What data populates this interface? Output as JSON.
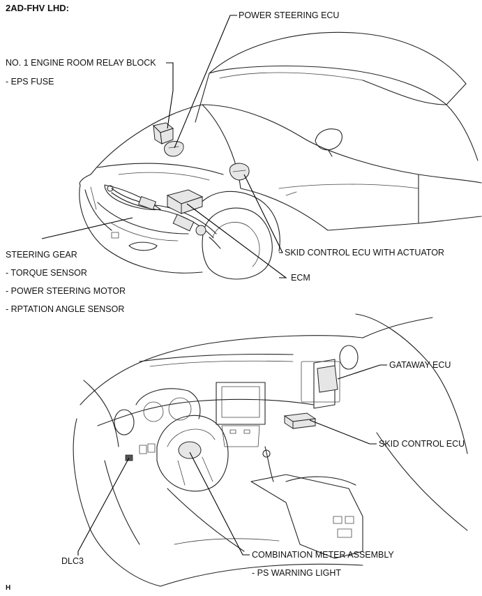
{
  "header": {
    "title": "2AD-FHV LHD:"
  },
  "labels": {
    "power_steering_ecu": "POWER STEERING ECU",
    "relay_block": "NO. 1 ENGINE ROOM RELAY BLOCK",
    "eps_fuse": "- EPS FUSE",
    "steering_gear": "STEERING GEAR",
    "torque_sensor": "- TORQUE SENSOR",
    "power_steering_motor": "- POWER STEERING MOTOR",
    "rotation_angle_sensor": "- RPTATION ANGLE SENSOR",
    "skid_control_ecu_actuator": "SKID CONTROL ECU WITH ACTUATOR",
    "ecm": "ECM",
    "gateway_ecu": "GATAWAY ECU",
    "skid_control_ecu": "SKID CONTROL ECU",
    "dlc3": "DLC3",
    "combination_meter": "COMBINATION METER ASSEMBLY",
    "ps_warning_light": "- PS WARNING LIGHT"
  },
  "footer": {
    "mark": "H"
  },
  "colors": {
    "line": "#222222",
    "text": "#111111",
    "background": "#ffffff"
  }
}
